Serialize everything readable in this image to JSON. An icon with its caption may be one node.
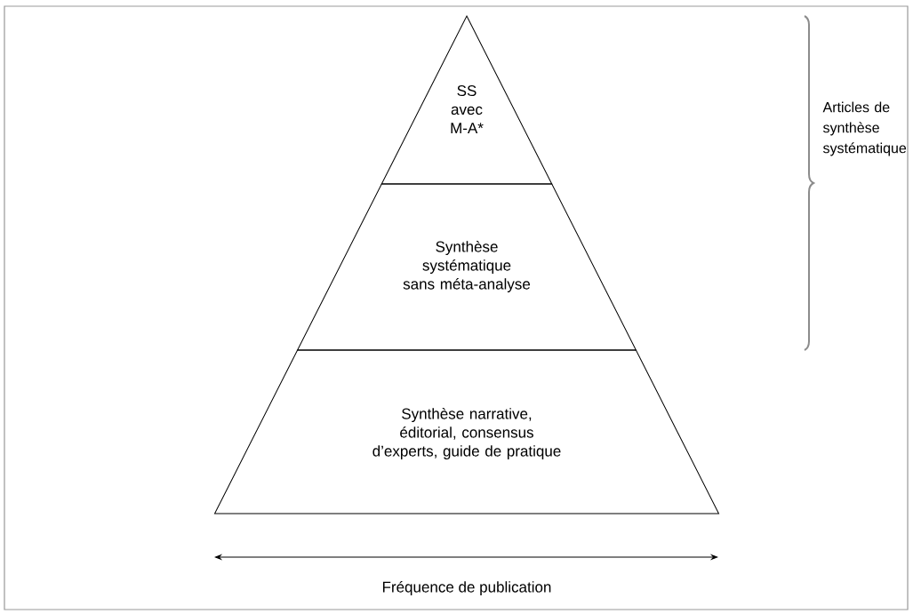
{
  "diagram": {
    "nodes": [
      {
        "text": [
          "SS avec M-A*"
        ]
      },
      {
        "text": [
          "Synthèse systématique sans méta-analyse"
        ]
      },
      {
        "text": [
          "Synthèse narrative, éditorial, consensus d’experts, guide de pratique"
        ]
      }
    ],
    "labels": [
      "Articles de synthèse systématique",
      "Fréquence de publication"
    ]
  }
}
